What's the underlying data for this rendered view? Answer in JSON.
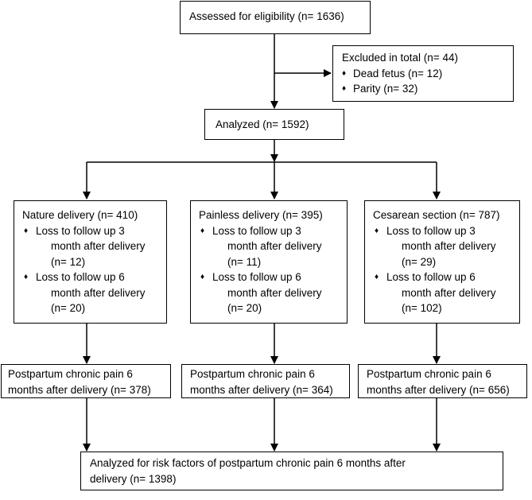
{
  "assessed": {
    "label": "Assessed for eligibility (n= 1636)"
  },
  "excluded": {
    "title": "Excluded in total (n= 44)",
    "items": [
      "Dead fetus (n= 12)",
      "Parity (n= 32)"
    ]
  },
  "analyzed": {
    "label": "Analyzed (n= 1592)"
  },
  "groups": [
    {
      "title": "Nature delivery (n= 410)",
      "loss3": [
        "Loss to follow up 3",
        "month after delivery",
        "(n= 12)"
      ],
      "loss6": [
        "Loss to follow up 6",
        "month after delivery",
        "(n= 20)"
      ],
      "pain": [
        "Postpartum chronic pain 6",
        "months after delivery (n= 378)"
      ]
    },
    {
      "title": "Painless delivery (n= 395)",
      "loss3": [
        "Loss to follow up 3",
        "month after delivery",
        "(n= 11)"
      ],
      "loss6": [
        "Loss to follow up 6",
        "month after delivery",
        "(n= 20)"
      ],
      "pain": [
        "Postpartum chronic pain 6",
        "months after delivery (n= 364)"
      ]
    },
    {
      "title": "Cesarean section (n= 787)",
      "loss3": [
        "Loss to follow up 3",
        "month after delivery",
        "(n= 29)"
      ],
      "loss6": [
        "Loss to follow up 6",
        "month after delivery",
        "(n= 102)"
      ],
      "pain": [
        "Postpartum chronic pain 6",
        "months after delivery (n= 656)"
      ]
    }
  ],
  "final": {
    "line1": "Analyzed for risk factors of postpartum chronic pain 6 months after",
    "line2": "delivery (n= 1398)"
  },
  "bullet_glyph": "♦"
}
